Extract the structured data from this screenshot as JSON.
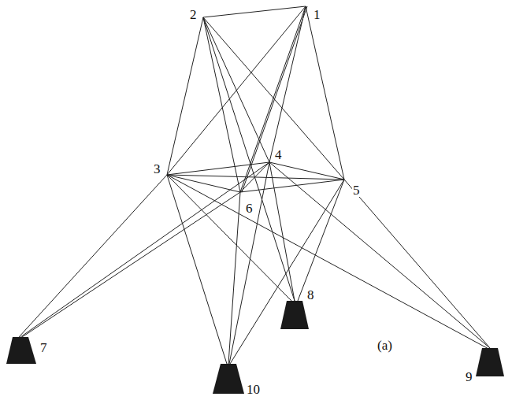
{
  "diagram": {
    "labels": [
      "2",
      "1",
      "3",
      "4",
      "5",
      "6",
      "7",
      "8",
      "10",
      "9",
      "(a)"
    ]
  }
}
